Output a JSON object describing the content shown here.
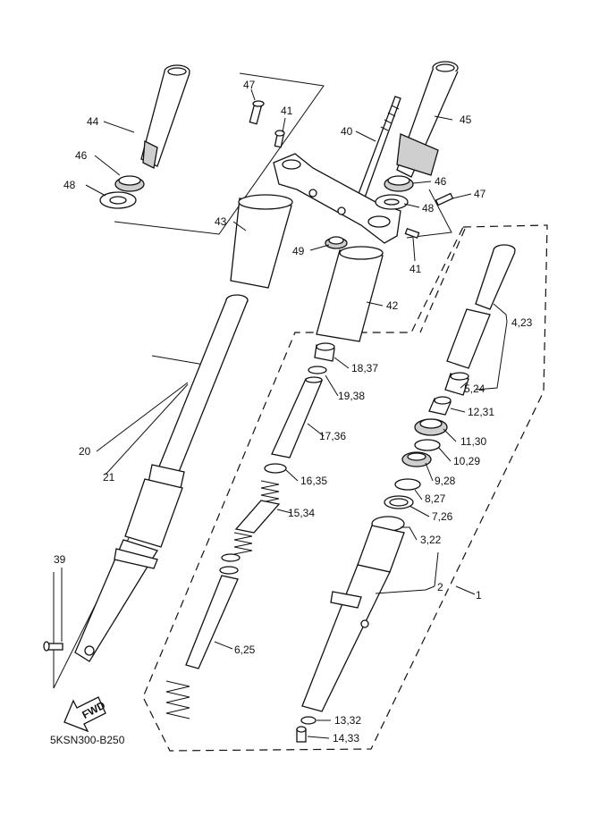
{
  "diagram_code": "5KSN300-B250",
  "fwd_label": "FWD",
  "callouts": [
    {
      "id": "c44",
      "text": "44"
    },
    {
      "id": "c46a",
      "text": "46"
    },
    {
      "id": "c48a",
      "text": "48"
    },
    {
      "id": "c47a",
      "text": "47"
    },
    {
      "id": "c41a",
      "text": "41"
    },
    {
      "id": "c40",
      "text": "40"
    },
    {
      "id": "c45",
      "text": "45"
    },
    {
      "id": "c46b",
      "text": "46"
    },
    {
      "id": "c47b",
      "text": "47"
    },
    {
      "id": "c48b",
      "text": "48"
    },
    {
      "id": "c43",
      "text": "43"
    },
    {
      "id": "c49",
      "text": "49"
    },
    {
      "id": "c41b",
      "text": "41"
    },
    {
      "id": "c42",
      "text": "42"
    },
    {
      "id": "c4_23",
      "text": "4,23"
    },
    {
      "id": "c18_37",
      "text": "18,37"
    },
    {
      "id": "c5_24",
      "text": "5,24"
    },
    {
      "id": "c19_38",
      "text": "19,38"
    },
    {
      "id": "c12_31",
      "text": "12,31"
    },
    {
      "id": "c17_36",
      "text": "17,36"
    },
    {
      "id": "c11_30",
      "text": "11,30"
    },
    {
      "id": "c20",
      "text": "20"
    },
    {
      "id": "c10_29",
      "text": "10,29"
    },
    {
      "id": "c21",
      "text": "21"
    },
    {
      "id": "c16_35",
      "text": "16,35"
    },
    {
      "id": "c9_28",
      "text": "9,28"
    },
    {
      "id": "c8_27",
      "text": "8,27"
    },
    {
      "id": "c15_34",
      "text": "15,34"
    },
    {
      "id": "c7_26",
      "text": "7,26"
    },
    {
      "id": "c3_22",
      "text": "3,22"
    },
    {
      "id": "c39",
      "text": "39"
    },
    {
      "id": "c2",
      "text": "2"
    },
    {
      "id": "c1",
      "text": "1"
    },
    {
      "id": "c6_25",
      "text": "6,25"
    },
    {
      "id": "c13_32",
      "text": "13,32"
    },
    {
      "id": "c14_33",
      "text": "14,33"
    }
  ]
}
